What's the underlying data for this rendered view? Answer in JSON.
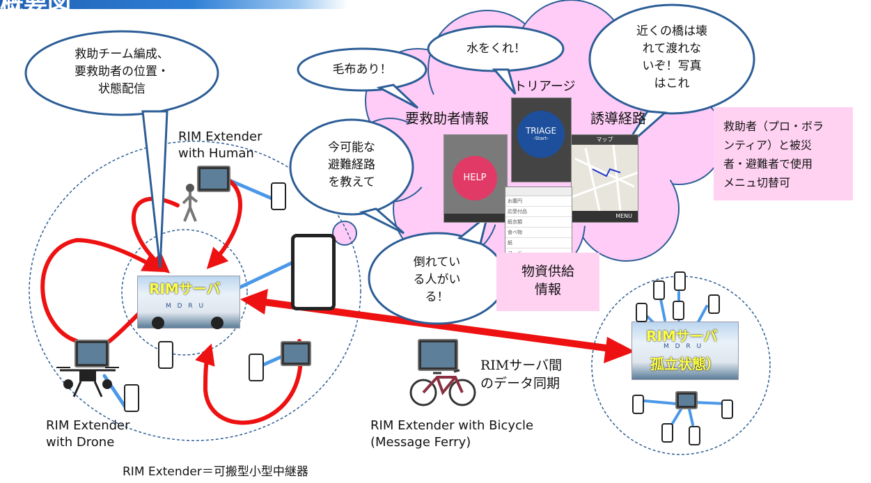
{
  "header": {
    "title": "概要図"
  },
  "bubbles": {
    "rescue_team": [
      "救助チーム編成、",
      "要救助者の位置・",
      "状態配信"
    ],
    "blanket": "毛布あり！",
    "water": "水をくれ！",
    "bridge": [
      "近くの橋は壊",
      "れて渡れな",
      "いぞ！写真",
      "はこれ"
    ],
    "route_request": [
      "今可能な",
      "避難経路",
      "を教えて"
    ],
    "fallen": [
      "倒れてい",
      "る人がい",
      "る！"
    ]
  },
  "cloud_labels": {
    "triage": "トリアージ",
    "rescuee_info": "要救助者情報",
    "guidance": "誘導経路",
    "supplies": [
      "物資供給",
      "情報"
    ]
  },
  "apps": {
    "help_button": "HELP",
    "triage_button": "TRIAGE",
    "triage_sub": "-Start-",
    "map_header": "マップ",
    "menu_label": "MENU"
  },
  "supplies_list": [
    "お腹円",
    "応受付品",
    "紙衣類",
    "食べ物",
    "紙",
    "フード"
  ],
  "side_note": [
    "救助者（プロ・ボラ",
    "ンティア）と被災",
    "者・避難者で使用",
    "メニュ切替可"
  ],
  "extenders": {
    "human": [
      "RIM Extender",
      "with Human"
    ],
    "drone": [
      "RIM Extender",
      "with Drone"
    ],
    "bicycle": [
      "RIM Extender with Bicycle",
      "(Message Ferry)"
    ]
  },
  "servers": {
    "main": "RIMサーバ",
    "isolated_name": "RIMサーバ",
    "isolated_state": "孤立状態）",
    "van_marking": "M D R U"
  },
  "sync_label": [
    "RIMサーバ間",
    "のデータ同期"
  ],
  "footer_note": "RIM Extender＝可搬型小型中継器",
  "colors": {
    "arrow": "#ee1111",
    "link": "#4a98e8",
    "bubble_border": "#2c5d96",
    "cloud": "#ffccf7",
    "note_bg": "#ffd2f2",
    "title_bar": "#1f5fb3"
  }
}
